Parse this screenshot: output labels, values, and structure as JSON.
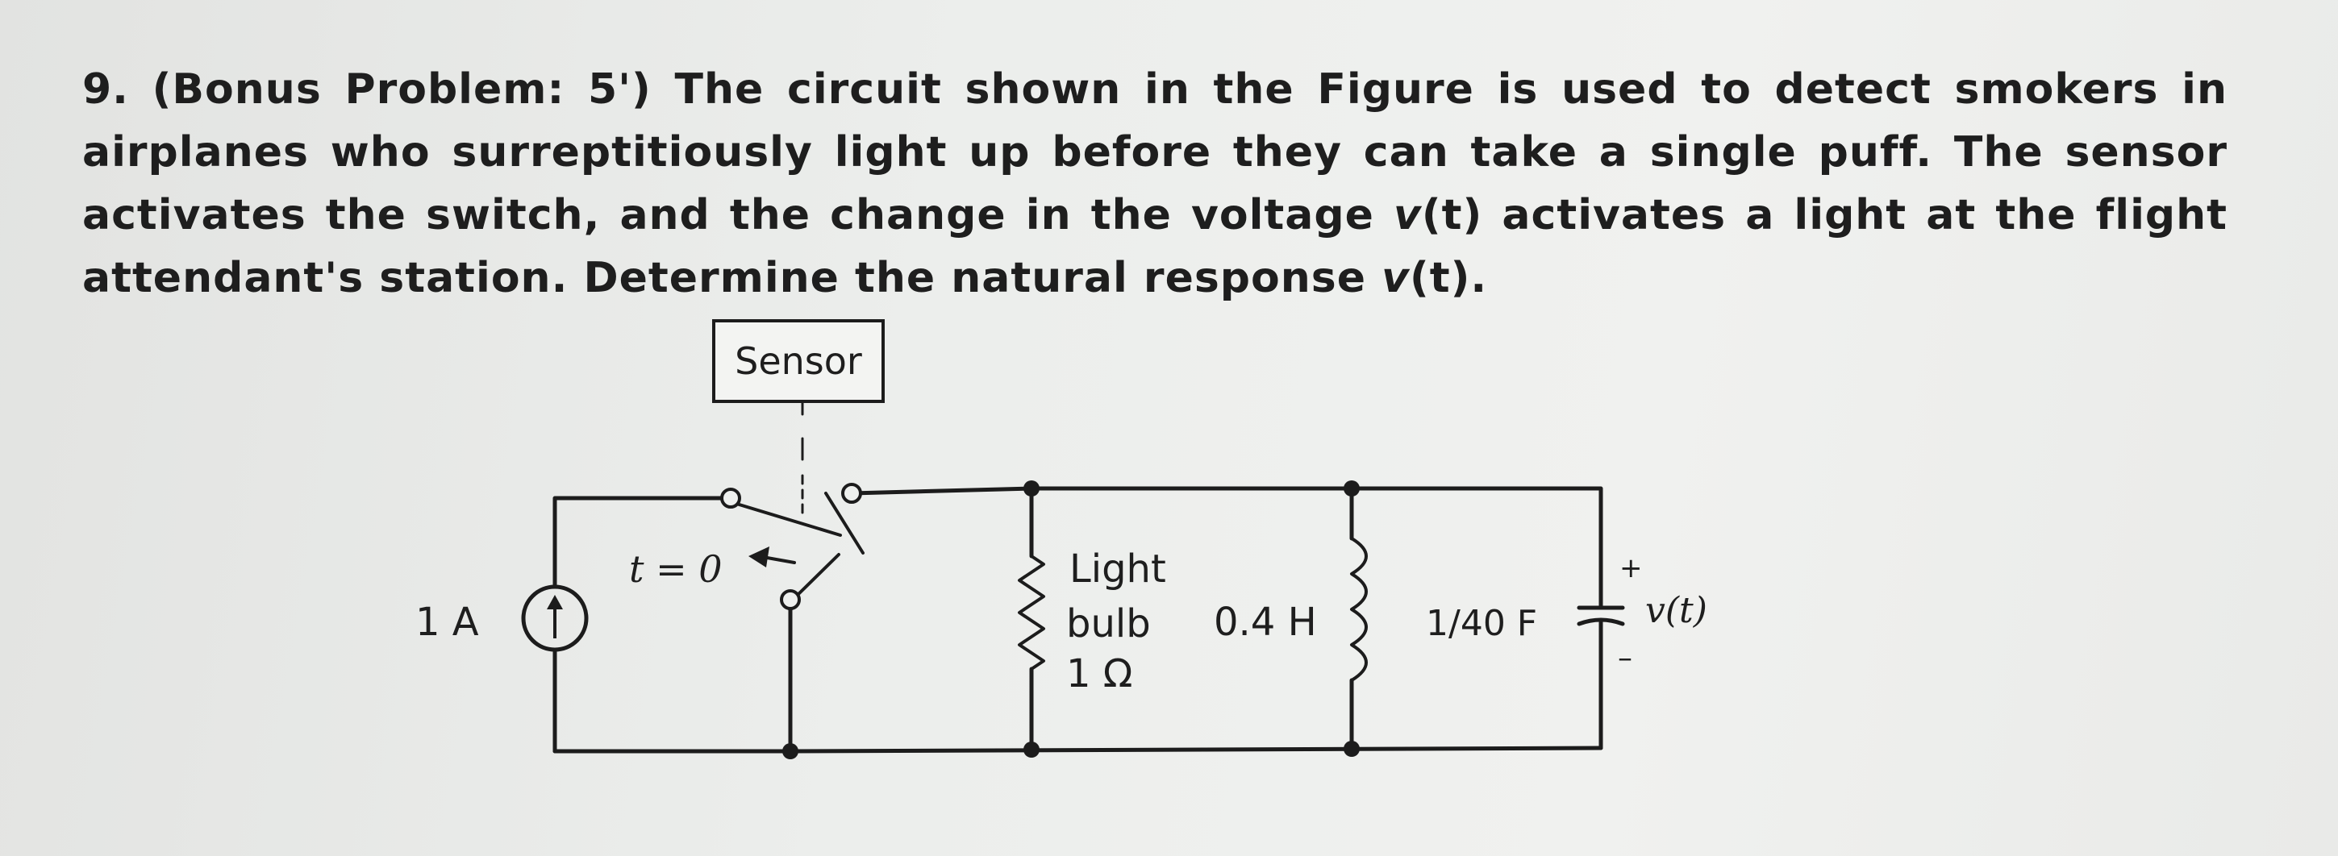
{
  "problem": {
    "number": "9.",
    "prefix": "(Bonus Problem: 5') The circuit shown in the Figure is used to detect smokers in airplanes who surreptitiously light up before they can take a single puff. The sensor activates the switch, and the change in the voltage ",
    "var1": "v",
    "mid": "(t) activates a light at the flight attendant's station. Determine the natural response ",
    "var2": "v",
    "suffix": "(t)."
  },
  "circuit": {
    "sensor_label": "Sensor",
    "source_label": "1 A",
    "switch_time_label": "t = 0",
    "bulb_label_line1": "Light",
    "bulb_label_line2": "bulb",
    "bulb_label_line3": "1 Ω",
    "inductor_label": "0.4 H",
    "capacitor_label": "1/40 F",
    "voltage_plus": "+",
    "voltage_label": "v(t)",
    "voltage_minus": "–"
  }
}
